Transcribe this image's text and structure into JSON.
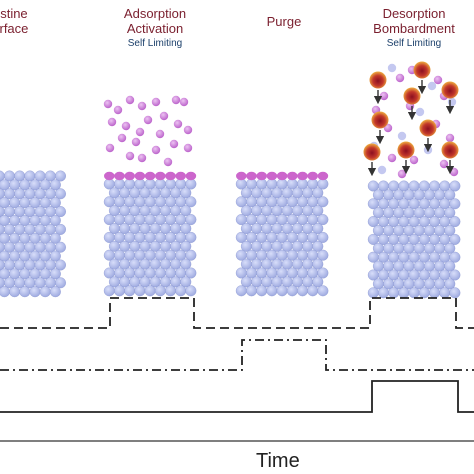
{
  "stages": [
    {
      "id": "pristine",
      "title_lines": [
        "Pristine",
        "Surface"
      ],
      "subtitle": ""
    },
    {
      "id": "adsorption",
      "title_lines": [
        "Adsorption",
        "Activation"
      ],
      "subtitle": "Self Limiting"
    },
    {
      "id": "purge",
      "title_lines": [
        "Purge"
      ],
      "subtitle": ""
    },
    {
      "id": "desorption",
      "title_lines": [
        "Desorption",
        "Bombardment"
      ],
      "subtitle": "Self Limiting"
    }
  ],
  "axis": {
    "label": "Time"
  },
  "colors": {
    "substrate_atom": "#aab5e6",
    "substrate_atom_edge": "#7c89c9",
    "adsorbed_layer": "#cc66cc",
    "precursor_atom": "#c978d8",
    "ion_outer": "#e8a23a",
    "ion_core": "#9b1b2a",
    "arrow": "#333333",
    "title": "#7a1f2e",
    "subtitle": "#1b3f6a",
    "pulse_line": "#222222"
  },
  "pulse_traces": [
    {
      "name": "adsorption-pulse",
      "style": "solid",
      "on_stage": "adsorption"
    },
    {
      "name": "purge-pulse",
      "style": "dashdot",
      "on_stage": "purge"
    },
    {
      "name": "ion-pulse",
      "style": "solid",
      "on_stage": "desorption"
    }
  ]
}
